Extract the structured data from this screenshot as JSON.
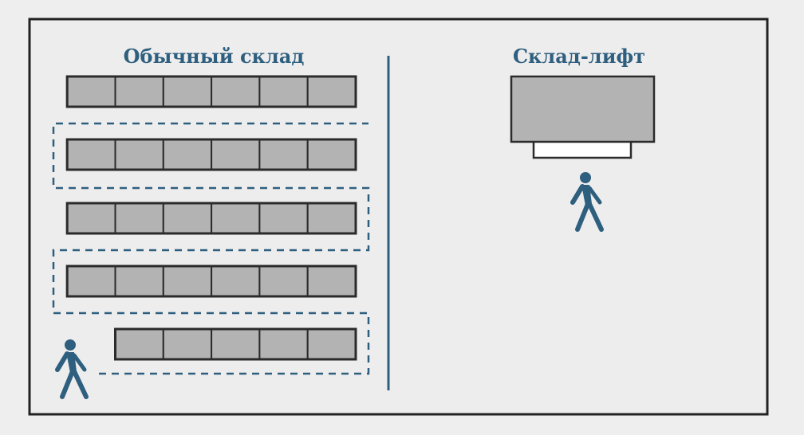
{
  "diagram": {
    "left_title": "Обычный склад",
    "right_title": "Склад-лифт",
    "colors": {
      "background": "#eeeeee",
      "panel": "#ededed",
      "frame": "#222222",
      "shelf_fill": "#b3b3b3",
      "shelf_stroke": "#2b2b2b",
      "accent": "#2f5f7f",
      "lift_tray": "#ffffff"
    },
    "left_rows": [
      {
        "cells": 6
      },
      {
        "cells": 6
      },
      {
        "cells": 6
      },
      {
        "cells": 6
      },
      {
        "cells": 5
      }
    ],
    "icons": [
      "walking-person-icon",
      "walking-person-icon"
    ]
  }
}
